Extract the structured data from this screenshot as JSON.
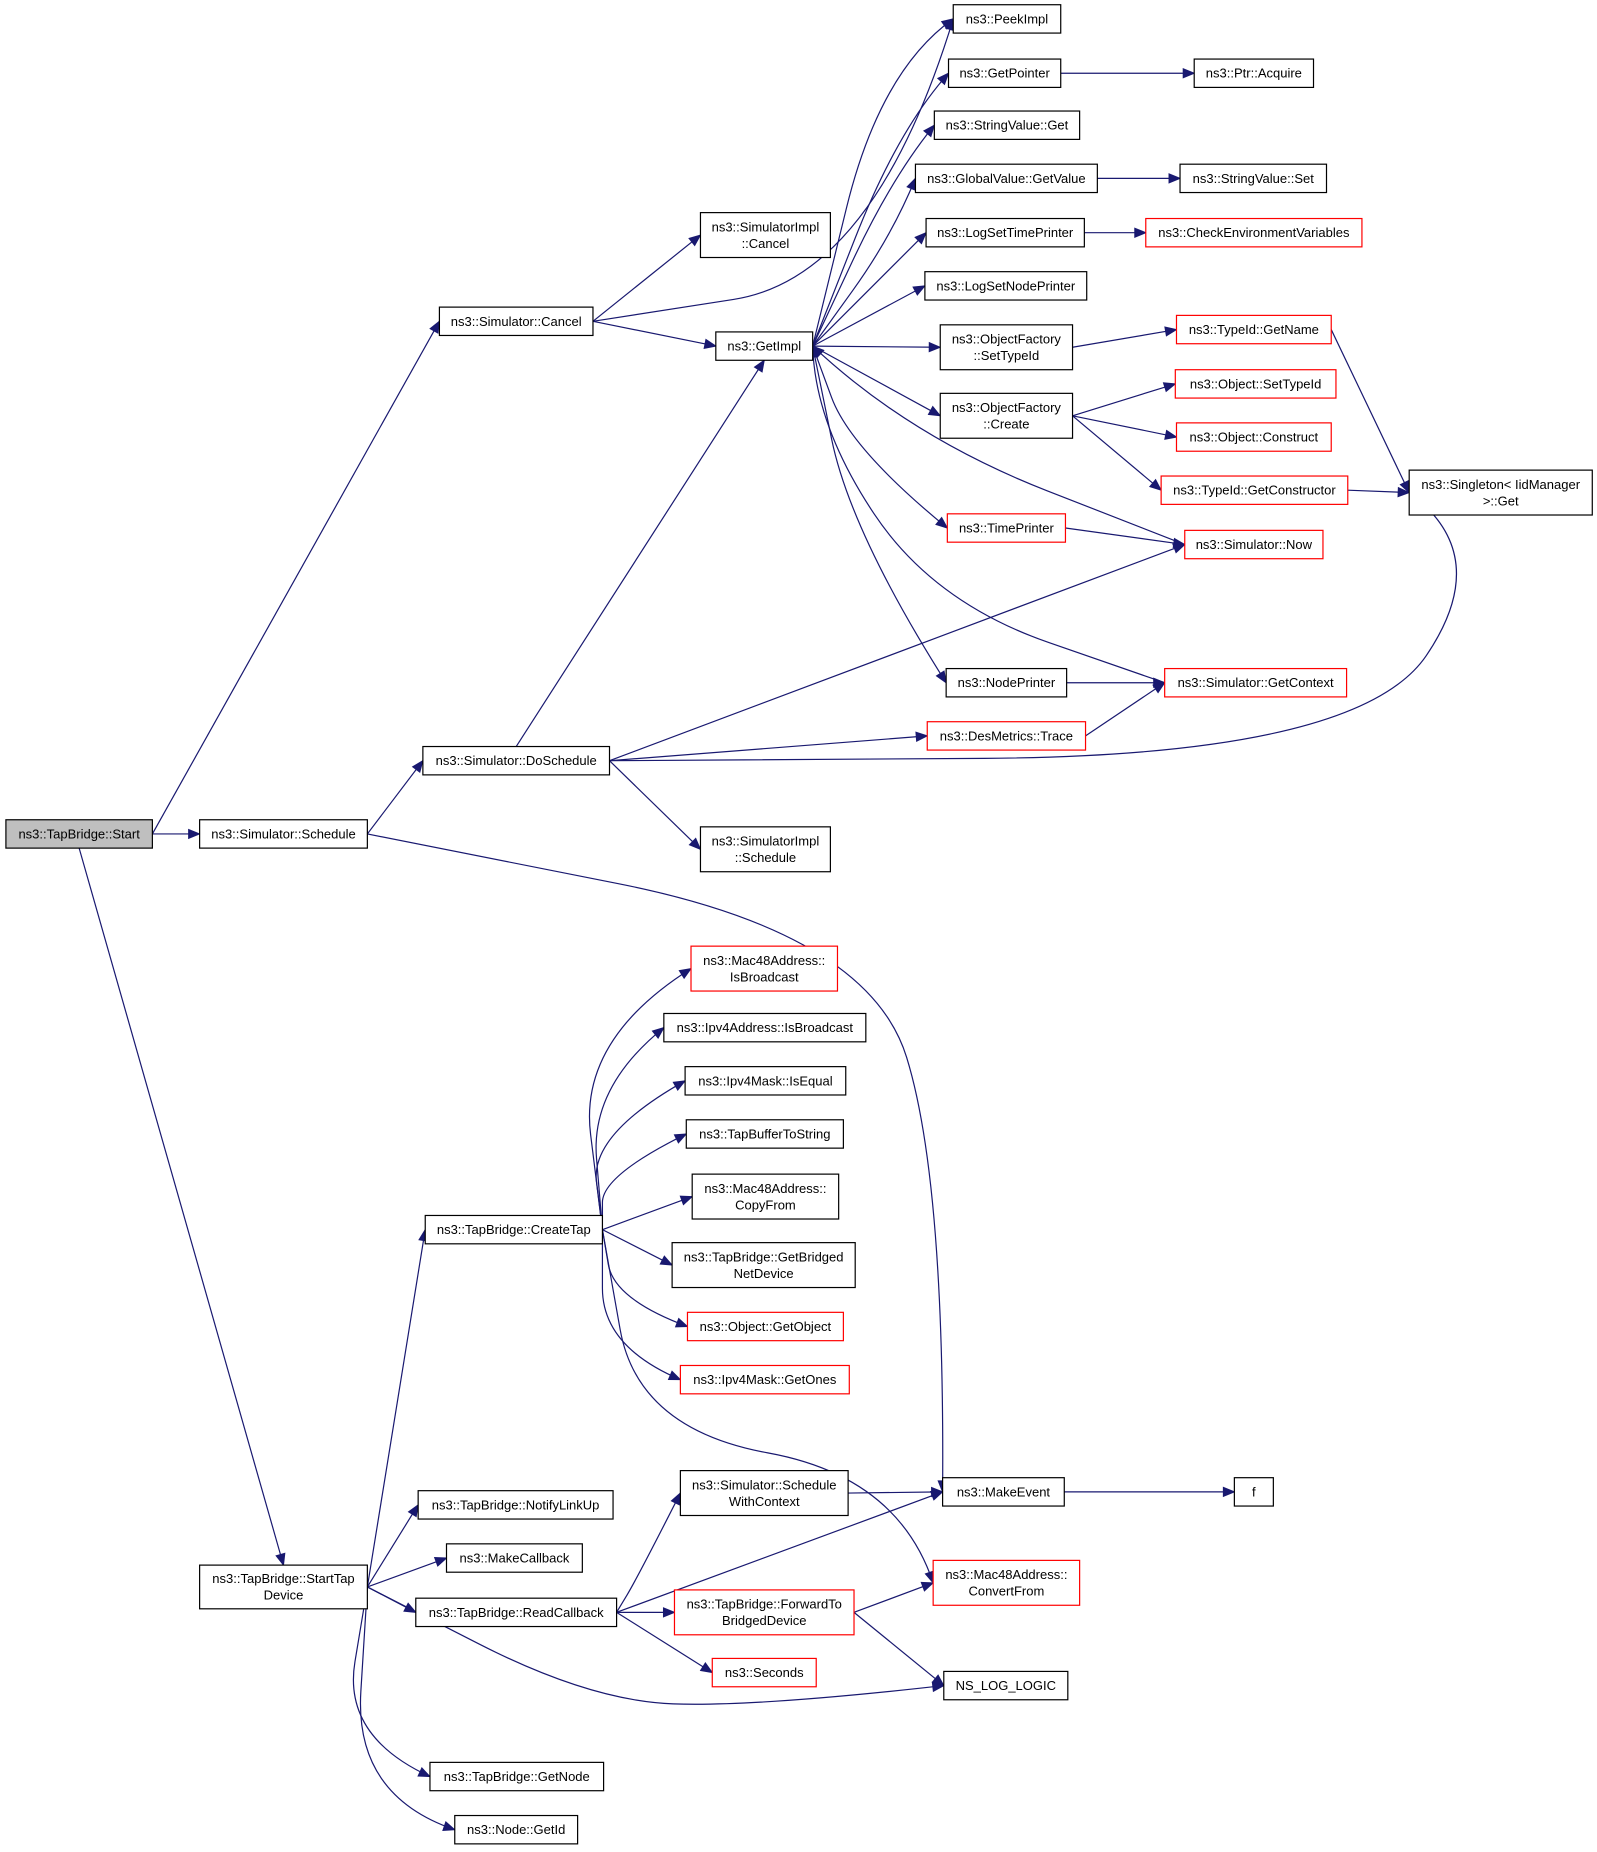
{
  "colors": {
    "edge": "#191970",
    "node_border_default": "#000000",
    "node_border_truncated": "#ff0000",
    "root_fill": "#bfbfbf"
  },
  "nodes": [
    {
      "id": "start",
      "lines": [
        "ns3::TapBridge::Start"
      ],
      "style": "root"
    },
    {
      "id": "sim_cancel",
      "lines": [
        "ns3::Simulator::Cancel"
      ]
    },
    {
      "id": "sim_schedule",
      "lines": [
        "ns3::Simulator::Schedule"
      ]
    },
    {
      "id": "starttapdevice",
      "lines": [
        "ns3::TapBridge::StartTap",
        "Device"
      ]
    },
    {
      "id": "simimpl_cancel",
      "lines": [
        "ns3::SimulatorImpl",
        "::Cancel"
      ]
    },
    {
      "id": "getimpl",
      "lines": [
        "ns3::GetImpl"
      ]
    },
    {
      "id": "doschedule",
      "lines": [
        "ns3::Simulator::DoSchedule"
      ]
    },
    {
      "id": "simimpl_schedule",
      "lines": [
        "ns3::SimulatorImpl",
        "::Schedule"
      ]
    },
    {
      "id": "peekimpl",
      "lines": [
        "ns3::PeekImpl"
      ]
    },
    {
      "id": "getpointer",
      "lines": [
        "ns3::GetPointer"
      ]
    },
    {
      "id": "ptr_acquire",
      "lines": [
        "ns3::Ptr::Acquire"
      ]
    },
    {
      "id": "stringvalue_get",
      "lines": [
        "ns3::StringValue::Get"
      ]
    },
    {
      "id": "globalvalue_getvalue",
      "lines": [
        "ns3::GlobalValue::GetValue"
      ]
    },
    {
      "id": "stringvalue_set",
      "lines": [
        "ns3::StringValue::Set"
      ]
    },
    {
      "id": "logsettimeprinter",
      "lines": [
        "ns3::LogSetTimePrinter"
      ]
    },
    {
      "id": "checkenv",
      "lines": [
        "ns3::CheckEnvironmentVariables"
      ],
      "style": "red"
    },
    {
      "id": "logsetnodeprinter",
      "lines": [
        "ns3::LogSetNodePrinter"
      ]
    },
    {
      "id": "of_settypeid",
      "lines": [
        "ns3::ObjectFactory",
        "::SetTypeId"
      ]
    },
    {
      "id": "typeid_getname",
      "lines": [
        "ns3::TypeId::GetName"
      ],
      "style": "red"
    },
    {
      "id": "of_create",
      "lines": [
        "ns3::ObjectFactory",
        "::Create"
      ]
    },
    {
      "id": "object_settypeid",
      "lines": [
        "ns3::Object::SetTypeId"
      ],
      "style": "red"
    },
    {
      "id": "object_construct",
      "lines": [
        "ns3::Object::Construct"
      ],
      "style": "red"
    },
    {
      "id": "typeid_getconstructor",
      "lines": [
        "ns3::TypeId::GetConstructor"
      ],
      "style": "red"
    },
    {
      "id": "singleton_get",
      "lines": [
        "ns3::Singleton< IidManager",
        " >::Get"
      ]
    },
    {
      "id": "timeprinter",
      "lines": [
        "ns3::TimePrinter"
      ],
      "style": "red"
    },
    {
      "id": "sim_now",
      "lines": [
        "ns3::Simulator::Now"
      ],
      "style": "red"
    },
    {
      "id": "nodeprinter",
      "lines": [
        "ns3::NodePrinter"
      ]
    },
    {
      "id": "sim_getcontext",
      "lines": [
        "ns3::Simulator::GetContext"
      ],
      "style": "red"
    },
    {
      "id": "desmetrics_trace",
      "lines": [
        "ns3::DesMetrics::Trace"
      ],
      "style": "red"
    },
    {
      "id": "mac48_isbroadcast",
      "lines": [
        "ns3::Mac48Address::",
        "IsBroadcast"
      ],
      "style": "red"
    },
    {
      "id": "ipv4addr_isbroadcast",
      "lines": [
        "ns3::Ipv4Address::IsBroadcast"
      ]
    },
    {
      "id": "ipv4mask_isequal",
      "lines": [
        "ns3::Ipv4Mask::IsEqual"
      ]
    },
    {
      "id": "tapbuffertostring",
      "lines": [
        "ns3::TapBufferToString"
      ]
    },
    {
      "id": "mac48_copyfrom",
      "lines": [
        "ns3::Mac48Address::",
        "CopyFrom"
      ]
    },
    {
      "id": "createtap",
      "lines": [
        "ns3::TapBridge::CreateTap"
      ]
    },
    {
      "id": "getbridgednetdevice",
      "lines": [
        "ns3::TapBridge::GetBridged",
        "NetDevice"
      ]
    },
    {
      "id": "object_getobject",
      "lines": [
        "ns3::Object::GetObject"
      ],
      "style": "red"
    },
    {
      "id": "ipv4mask_getones",
      "lines": [
        "ns3::Ipv4Mask::GetOnes"
      ],
      "style": "red"
    },
    {
      "id": "schedulewithcontext",
      "lines": [
        "ns3::Simulator::Schedule",
        "WithContext"
      ]
    },
    {
      "id": "makeevent",
      "lines": [
        "ns3::MakeEvent"
      ]
    },
    {
      "id": "f",
      "lines": [
        "f"
      ]
    },
    {
      "id": "notifylinkup",
      "lines": [
        "ns3::TapBridge::NotifyLinkUp"
      ]
    },
    {
      "id": "makecallback",
      "lines": [
        "ns3::MakeCallback"
      ]
    },
    {
      "id": "mac48_convertfrom",
      "lines": [
        "ns3::Mac48Address::",
        "ConvertFrom"
      ],
      "style": "red"
    },
    {
      "id": "readcallback",
      "lines": [
        "ns3::TapBridge::ReadCallback"
      ]
    },
    {
      "id": "forwardtobridged",
      "lines": [
        "ns3::TapBridge::ForwardTo",
        "BridgedDevice"
      ],
      "style": "red"
    },
    {
      "id": "seconds",
      "lines": [
        "ns3::Seconds"
      ],
      "style": "red"
    },
    {
      "id": "ns_log_logic",
      "lines": [
        "NS_LOG_LOGIC"
      ]
    },
    {
      "id": "getnode",
      "lines": [
        "ns3::TapBridge::GetNode"
      ]
    },
    {
      "id": "node_getid",
      "lines": [
        "ns3::Node::GetId"
      ]
    }
  ],
  "edges": [
    {
      "from": "start",
      "to": "sim_cancel"
    },
    {
      "from": "start",
      "to": "sim_schedule"
    },
    {
      "from": "start",
      "to": "starttapdevice"
    },
    {
      "from": "sim_cancel",
      "to": "simimpl_cancel"
    },
    {
      "from": "sim_cancel",
      "to": "getimpl"
    },
    {
      "from": "sim_cancel",
      "to": "peekimpl"
    },
    {
      "from": "sim_schedule",
      "to": "doschedule"
    },
    {
      "from": "sim_schedule",
      "to": "makeevent"
    },
    {
      "from": "getimpl",
      "to": "peekimpl"
    },
    {
      "from": "getimpl",
      "to": "getpointer"
    },
    {
      "from": "getimpl",
      "to": "stringvalue_get"
    },
    {
      "from": "getimpl",
      "to": "globalvalue_getvalue"
    },
    {
      "from": "getimpl",
      "to": "logsettimeprinter"
    },
    {
      "from": "getimpl",
      "to": "logsetnodeprinter"
    },
    {
      "from": "getimpl",
      "to": "of_settypeid"
    },
    {
      "from": "getimpl",
      "to": "of_create"
    },
    {
      "from": "getimpl",
      "to": "timeprinter"
    },
    {
      "from": "getimpl",
      "to": "nodeprinter"
    },
    {
      "from": "getpointer",
      "to": "ptr_acquire"
    },
    {
      "from": "globalvalue_getvalue",
      "to": "stringvalue_set"
    },
    {
      "from": "logsettimeprinter",
      "to": "checkenv"
    },
    {
      "from": "of_settypeid",
      "to": "typeid_getname"
    },
    {
      "from": "typeid_getname",
      "to": "singleton_get"
    },
    {
      "from": "of_create",
      "to": "object_settypeid"
    },
    {
      "from": "of_create",
      "to": "object_construct"
    },
    {
      "from": "of_create",
      "to": "typeid_getconstructor"
    },
    {
      "from": "typeid_getconstructor",
      "to": "singleton_get"
    },
    {
      "from": "timeprinter",
      "to": "sim_now"
    },
    {
      "from": "sim_now",
      "to": "getimpl"
    },
    {
      "from": "nodeprinter",
      "to": "sim_getcontext"
    },
    {
      "from": "sim_getcontext",
      "to": "getimpl"
    },
    {
      "from": "doschedule",
      "to": "getimpl"
    },
    {
      "from": "doschedule",
      "to": "sim_now"
    },
    {
      "from": "doschedule",
      "to": "desmetrics_trace"
    },
    {
      "from": "doschedule",
      "to": "singleton_get"
    },
    {
      "from": "doschedule",
      "to": "simimpl_schedule"
    },
    {
      "from": "desmetrics_trace",
      "to": "sim_getcontext"
    },
    {
      "from": "starttapdevice",
      "to": "createtap"
    },
    {
      "from": "starttapdevice",
      "to": "notifylinkup"
    },
    {
      "from": "starttapdevice",
      "to": "makecallback"
    },
    {
      "from": "starttapdevice",
      "to": "readcallback"
    },
    {
      "from": "starttapdevice",
      "to": "ns_log_logic"
    },
    {
      "from": "starttapdevice",
      "to": "getnode"
    },
    {
      "from": "starttapdevice",
      "to": "node_getid"
    },
    {
      "from": "createtap",
      "to": "mac48_isbroadcast"
    },
    {
      "from": "createtap",
      "to": "ipv4addr_isbroadcast"
    },
    {
      "from": "createtap",
      "to": "ipv4mask_isequal"
    },
    {
      "from": "createtap",
      "to": "tapbuffertostring"
    },
    {
      "from": "createtap",
      "to": "mac48_copyfrom"
    },
    {
      "from": "createtap",
      "to": "getbridgednetdevice"
    },
    {
      "from": "createtap",
      "to": "object_getobject"
    },
    {
      "from": "createtap",
      "to": "ipv4mask_getones"
    },
    {
      "from": "createtap",
      "to": "mac48_convertfrom"
    },
    {
      "from": "readcallback",
      "to": "schedulewithcontext"
    },
    {
      "from": "readcallback",
      "to": "makeevent"
    },
    {
      "from": "readcallback",
      "to": "forwardtobridged"
    },
    {
      "from": "readcallback",
      "to": "seconds"
    },
    {
      "from": "schedulewithcontext",
      "to": "makeevent"
    },
    {
      "from": "makeevent",
      "to": "f"
    },
    {
      "from": "forwardtobridged",
      "to": "mac48_convertfrom"
    },
    {
      "from": "forwardtobridged",
      "to": "ns_log_logic"
    }
  ]
}
